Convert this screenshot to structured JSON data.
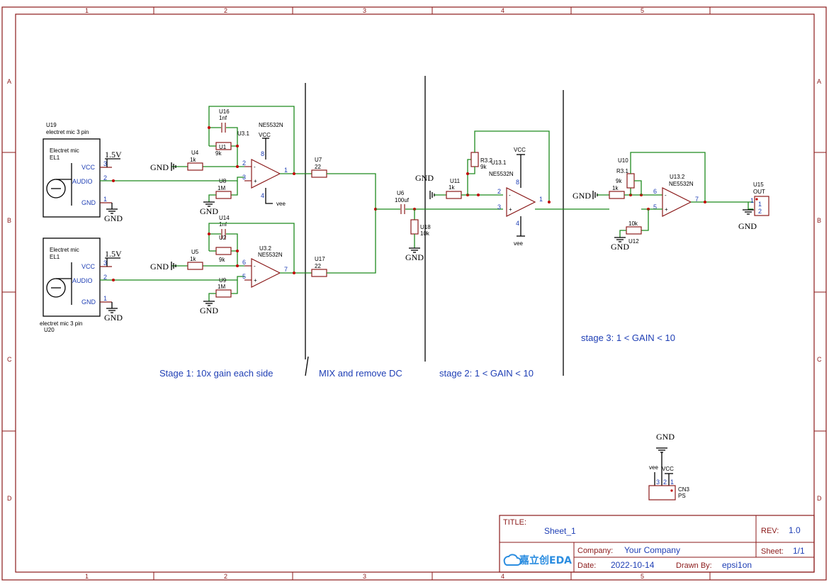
{
  "grid": {
    "columns": [
      "1",
      "2",
      "3",
      "4",
      "5"
    ],
    "rows": [
      "A",
      "B",
      "C",
      "D"
    ]
  },
  "notes": {
    "stage1": "Stage 1: 10x gain each side",
    "mix": "MIX and remove DC",
    "stage2": "stage 2: 1 < GAIN < 10",
    "stage3": "stage 3: 1 < GAIN < 10"
  },
  "mic1": {
    "ref": "U19",
    "desc": "electret mic 3 pin",
    "name": "Electret mic",
    "el": "EL1",
    "pins": [
      "VCC",
      "AUDIO",
      "GND"
    ],
    "pin_nums": [
      "3",
      "2",
      "1"
    ],
    "supply": "1.5V"
  },
  "mic2": {
    "ref": "U20",
    "desc": "electret mic 3 pin",
    "name": "Electret mic",
    "el": "EL1",
    "pins": [
      "VCC",
      "AUDIO",
      "GND"
    ],
    "pin_nums": [
      "3",
      "2",
      "1"
    ],
    "supply": "1.5V"
  },
  "stage1_top": {
    "cap_ref": "U16",
    "cap_val": "1nf",
    "fb_ref": "U1",
    "fb_val": "9k",
    "in_ref": "U4",
    "in_val": "1k",
    "bias_ref": "U8",
    "bias_val": "1M",
    "op_ref": "U3.1",
    "op_part": "NE5532N",
    "pins": [
      "2",
      "3",
      "1",
      "8",
      "4"
    ],
    "vcc": "VCC",
    "vee": "vee",
    "out_ref": "U7",
    "out_val": "22"
  },
  "stage1_bot": {
    "cap_ref": "U14",
    "cap_val": "1nf",
    "fb_ref": "U2",
    "fb_val": "9k",
    "in_ref": "U5",
    "in_val": "1k",
    "bias_ref": "U9",
    "bias_val": "1M",
    "op_ref": "U3.2",
    "op_part": "NE5532N",
    "pins": [
      "6",
      "5",
      "7"
    ],
    "out_ref": "U17",
    "out_val": "22"
  },
  "mix": {
    "cap_ref": "U6",
    "cap_val": "100uf",
    "res_ref": "U18",
    "res_val": "10k"
  },
  "stage2": {
    "in_ref": "U11",
    "in_val": "1k",
    "pot_ref": "R3.2",
    "pot_val": "9k",
    "op_ref": "U13.1",
    "op_part": "NE5532N",
    "pins": [
      "2",
      "3",
      "1",
      "8",
      "4"
    ],
    "vcc": "VCC",
    "vee": "vee"
  },
  "stage3": {
    "pot_ref": "U10",
    "pot_sub": "R3.1",
    "pot_val": "9k",
    "in_val": "1k",
    "bias_ref": "U12",
    "bias_val": "10k",
    "op_ref": "U13.2",
    "op_part": "NE5532N",
    "pins": [
      "6",
      "5",
      "7"
    ]
  },
  "output": {
    "ref": "U15",
    "name": "OUT",
    "pins": [
      "1",
      "2"
    ]
  },
  "power": {
    "ref": "CN3",
    "name": "PS",
    "gnd": "GND",
    "vee": "vee",
    "vcc": "VCC",
    "pins": [
      "3",
      "2",
      "1"
    ]
  },
  "nets": {
    "gnd": "GND"
  },
  "title_block": {
    "title_label": "TITLE:",
    "title": "Sheet_1",
    "rev_label": "REV:",
    "rev": "1.0",
    "company_label": "Company:",
    "company": "Your Company",
    "sheet_label": "Sheet:",
    "sheet": "1/1",
    "date_label": "Date:",
    "date": "2022-10-14",
    "drawn_label": "Drawn By:",
    "drawn": "epsi1on",
    "logo": "嘉立创EDA"
  }
}
